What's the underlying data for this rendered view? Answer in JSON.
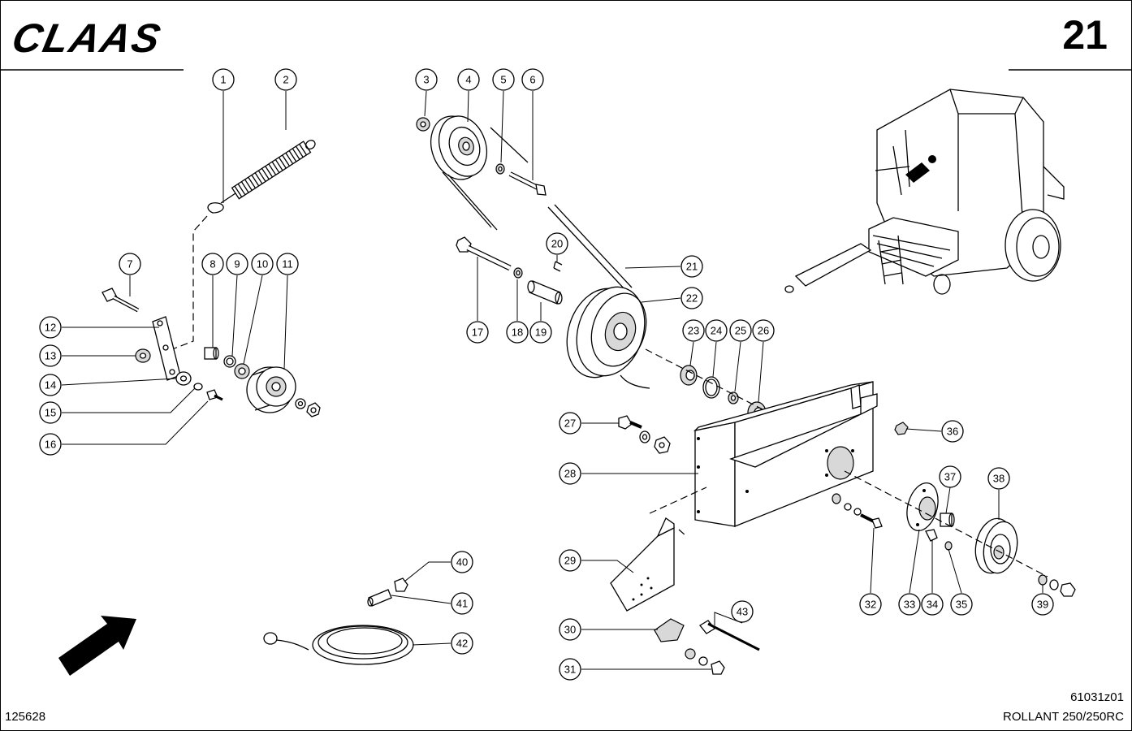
{
  "header": {
    "brand": "CLAAS",
    "page_number": "21"
  },
  "footer": {
    "doc_code": "61031z01",
    "model": "ROLLANT 250/250RC",
    "ref_no": "125628"
  },
  "callouts": [
    "1",
    "2",
    "3",
    "4",
    "5",
    "6",
    "7",
    "8",
    "9",
    "10",
    "11",
    "12",
    "13",
    "14",
    "15",
    "16",
    "17",
    "18",
    "19",
    "20",
    "21",
    "22",
    "23",
    "24",
    "25",
    "26",
    "27",
    "28",
    "29",
    "30",
    "31",
    "32",
    "33",
    "34",
    "35",
    "36",
    "37",
    "38",
    "39",
    "40",
    "41",
    "42",
    "43"
  ]
}
